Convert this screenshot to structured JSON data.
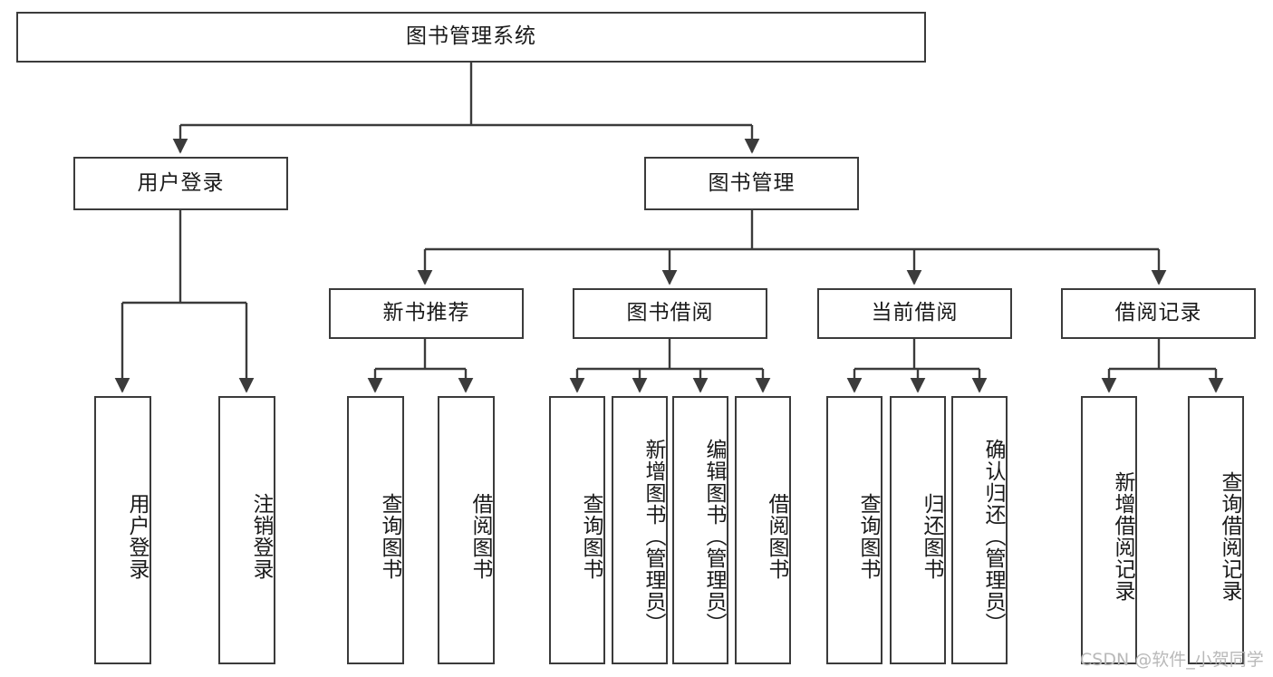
{
  "diagram": {
    "title": "图书管理系统",
    "type": "tree-hierarchy",
    "orientation": "top-down",
    "colors": {
      "node_border": "#3b3b3b",
      "node_fill": "#ffffff",
      "edge": "#3b3b3b",
      "text": "#1a1a1a",
      "watermark": "#b9b9b9",
      "canvas": "#ffffff"
    },
    "root": {
      "label": "图书管理系统"
    },
    "level2": [
      {
        "label": "用户登录"
      },
      {
        "label": "图书管理"
      }
    ],
    "level3": [
      {
        "label": "新书推荐"
      },
      {
        "label": "图书借阅"
      },
      {
        "label": "当前借阅"
      },
      {
        "label": "借阅记录"
      }
    ],
    "leaves": {
      "user_login": [
        {
          "label": "用户登录"
        },
        {
          "label": "注销登录"
        }
      ],
      "new_book_recommend": [
        {
          "label": "查询图书"
        },
        {
          "label": "借阅图书"
        }
      ],
      "book_borrow": [
        {
          "label": "查询图书"
        },
        {
          "label": "新增图书（管理员）"
        },
        {
          "label": "编辑图书（管理员）"
        },
        {
          "label": "借阅图书"
        }
      ],
      "current_borrow": [
        {
          "label": "查询图书"
        },
        {
          "label": "归还图书"
        },
        {
          "label": "确认归还（管理员）"
        }
      ],
      "borrow_record": [
        {
          "label": "新增借阅记录"
        },
        {
          "label": "查询借阅记录"
        }
      ]
    }
  },
  "watermark": {
    "text": "CSDN @软件_小贺同学"
  }
}
